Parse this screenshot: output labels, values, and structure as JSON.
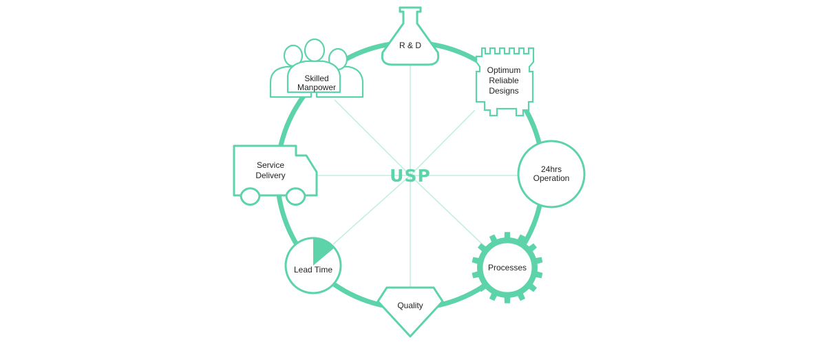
{
  "colors": {
    "accent": "#5dd3aa",
    "spoke": "#c2efde",
    "text": "#222222",
    "background": "#ffffff"
  },
  "center": {
    "label": "USP"
  },
  "nodes": {
    "rnd": {
      "icon": "flask-icon",
      "label": "R & D"
    },
    "designs": {
      "icon": "castle-tower-icon",
      "lines": [
        "Optimum",
        "Reliable",
        "Designs"
      ]
    },
    "operation": {
      "icon": "circle-icon",
      "lines": [
        "24hrs",
        "Operation"
      ]
    },
    "processes": {
      "icon": "gear-icon",
      "label": "Processes"
    },
    "quality": {
      "icon": "diamond-icon",
      "label": "Quality"
    },
    "leadtime": {
      "icon": "pie-clock-icon",
      "label": "Lead Time"
    },
    "delivery": {
      "icon": "delivery-truck-icon",
      "lines": [
        "Service",
        "Delivery"
      ]
    },
    "manpower": {
      "icon": "people-group-icon",
      "lines": [
        "Skilled",
        "Manpower"
      ]
    }
  }
}
